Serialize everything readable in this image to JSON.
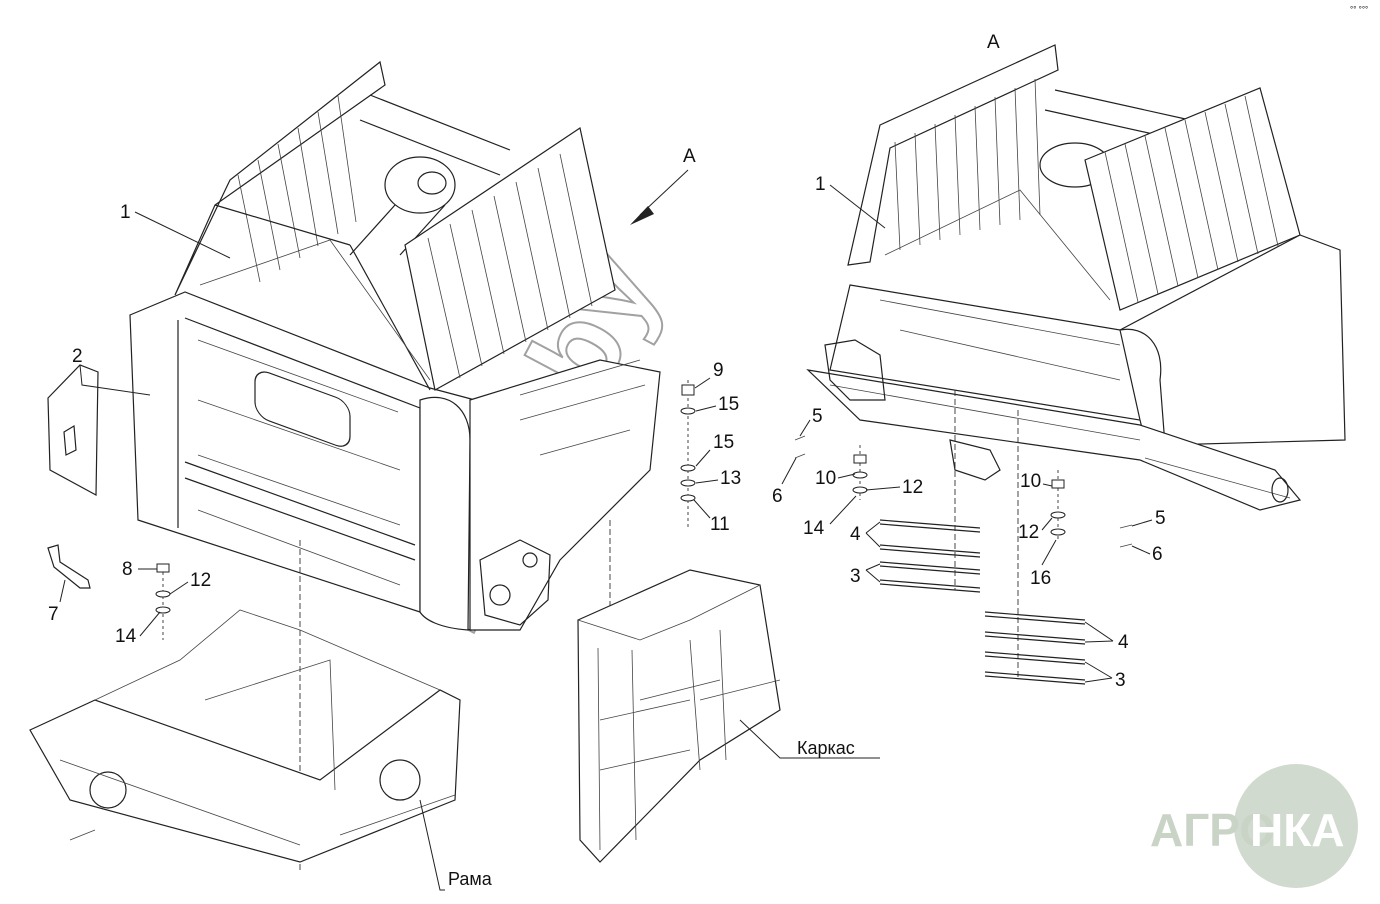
{
  "view_label": "A",
  "top_corner_mark": "°° °°°",
  "left_assembly": {
    "callouts": [
      "1",
      "2",
      "7",
      "8",
      "12",
      "14",
      "9",
      "15",
      "15",
      "13",
      "11"
    ],
    "arrow_label": "A"
  },
  "right_assembly": {
    "callouts": [
      "1",
      "5",
      "6",
      "10",
      "12",
      "14",
      "4",
      "3",
      "10",
      "12",
      "16",
      "5",
      "6",
      "4",
      "3"
    ]
  },
  "subassemblies": {
    "frame_label": "Рама",
    "carcass_label": "Каркас"
  },
  "watermark": {
    "diagonal_text": "mxa.by",
    "logo_text_left": "АГРО",
    "logo_text_right": "НКА",
    "logo_color": "#c9d3c6"
  }
}
